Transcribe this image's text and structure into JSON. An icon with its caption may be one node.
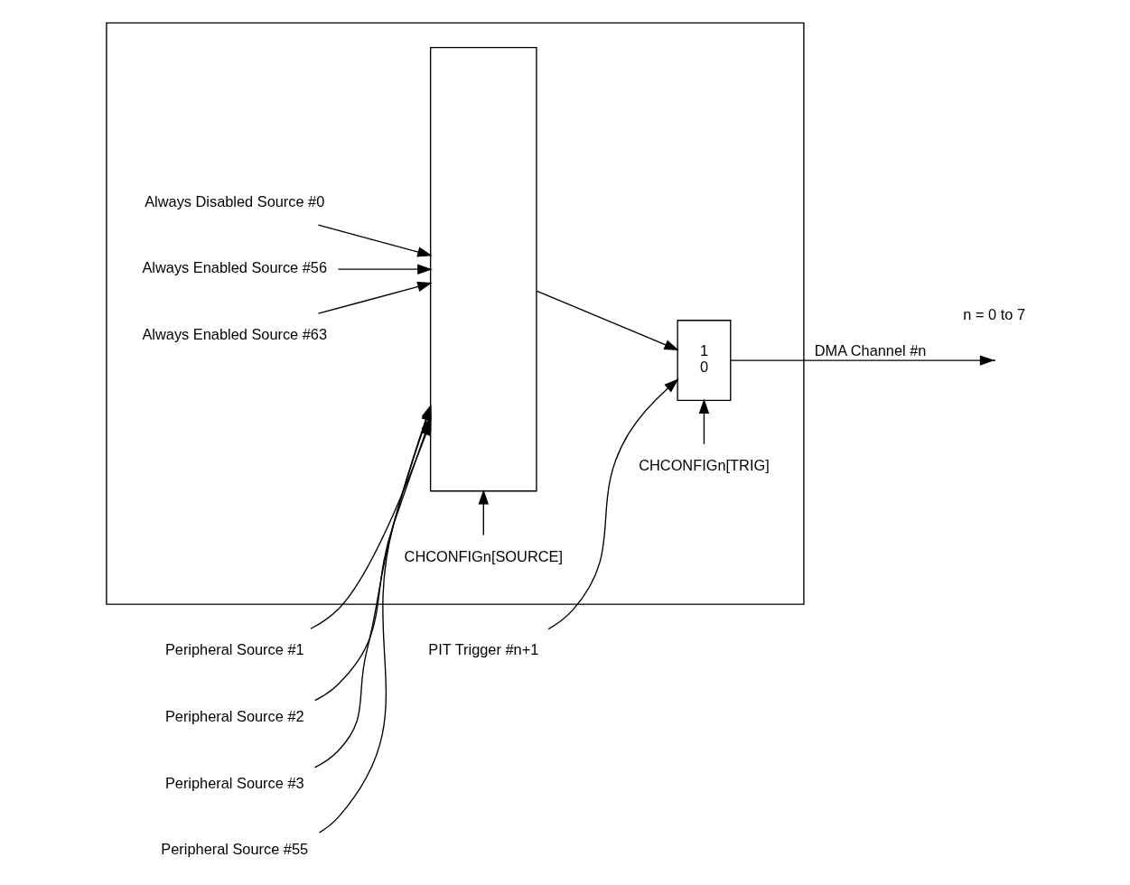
{
  "diagram": {
    "nodes": [
      {
        "text": [],
        "shape": "box"
      },
      {
        "text": [
          "PIT Trigger #n+1"
        ]
      },
      {
        "text": [
          "Always Disabled Source #0"
        ],
        "in": 0
      },
      {
        "text": [
          "Peripheral Source #1"
        ]
      },
      {
        "text": [
          "Peripheral Source #2"
        ]
      },
      {
        "text": [
          "Peripheral Source #3"
        ]
      },
      {
        "text": [
          "Peripheral Source #55"
        ]
      },
      {
        "text": [
          "Always Enabled Source #56"
        ],
        "in": 0
      },
      {
        "text": [
          "Always Enabled Source #63"
        ],
        "in": 0
      },
      {
        "text": [],
        "shape": "trapezoid",
        "in": 0
      },
      {
        "text": [
          "CHCONFIGn[SOURCE]"
        ],
        "in": 0
      },
      {
        "text": [
          "1",
          "0"
        ],
        "in": 0
      },
      {
        "text": [
          "CHCONFIGn[TRIG]"
        ],
        "in": 0
      }
    ],
    "edges": [
      {
        "from": 1,
        "to": 11,
        "arrow": "to"
      },
      {
        "from": 2,
        "to": 9,
        "arrow": "to"
      },
      {
        "from": 3,
        "to": 9,
        "arrow": "to"
      },
      {
        "from": 4,
        "to": 9,
        "arrow": "to"
      },
      {
        "from": 5,
        "to": 9,
        "arrow": "to"
      },
      {
        "from": 6,
        "to": 9,
        "arrow": "to"
      },
      {
        "from": 7,
        "to": 9,
        "arrow": "to"
      },
      {
        "from": 8,
        "to": 9,
        "arrow": "to"
      },
      {
        "from": 9,
        "to": 11,
        "arrow": "to"
      },
      {
        "from": 10,
        "to": 9,
        "arrow": "to"
      },
      {
        "from": 12,
        "to": 11,
        "arrow": "to"
      },
      {
        "from": 11,
        "to": null,
        "arrow": "to",
        "label": "DMA Channel #n"
      }
    ],
    "labels": [
      "n = 0 to 7"
    ]
  }
}
